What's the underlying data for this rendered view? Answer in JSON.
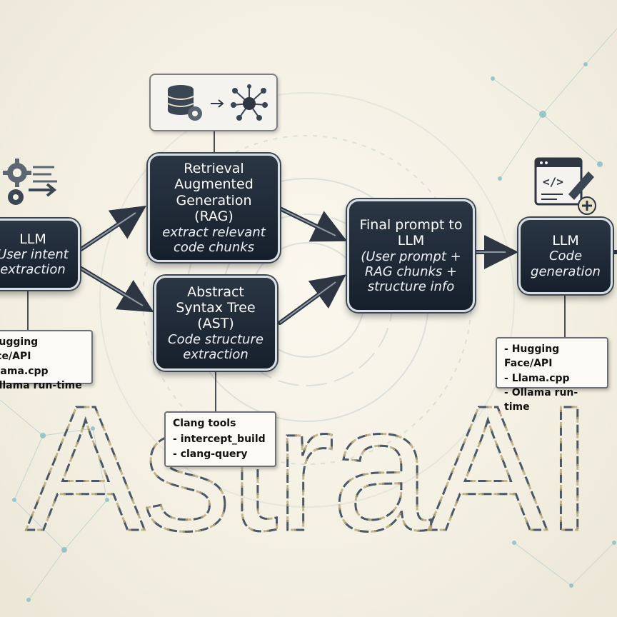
{
  "nodes": {
    "llm_intent": {
      "title": "LLM",
      "sub": "User intent extraction"
    },
    "rag": {
      "title": "Retrieval Augmented Generation (RAG)",
      "sub": "extract relevant code chunks"
    },
    "ast": {
      "title": "Abstract Syntax Tree (AST)",
      "sub": "Code structure extraction"
    },
    "final": {
      "title": "Final prompt to LLM",
      "sub": "(User prompt + RAG chunks + structure info"
    },
    "llm_code": {
      "title": "LLM",
      "sub": "Code generation"
    }
  },
  "notes": {
    "left": {
      "items": [
        "Hugging Face/API",
        "Llama.cpp",
        "Ollama run-time"
      ]
    },
    "clang": {
      "title": "Clang tools",
      "items": [
        "intercept_build",
        "clang-query"
      ]
    },
    "right": {
      "items": [
        "Hugging Face/API",
        "Llama.cpp",
        "Ollama run-time"
      ]
    }
  },
  "watermark": "AstraAI",
  "icons": [
    "database-gear-icon",
    "arrow-right-icon",
    "network-icon",
    "gears-icon",
    "code-editor-icon"
  ],
  "colors": {
    "node_fill": "#1f2a37",
    "node_border": "#d9dee4",
    "arrow": "#2d3642",
    "watermark_a": "#2f3d52",
    "watermark_b": "#b8a878"
  }
}
